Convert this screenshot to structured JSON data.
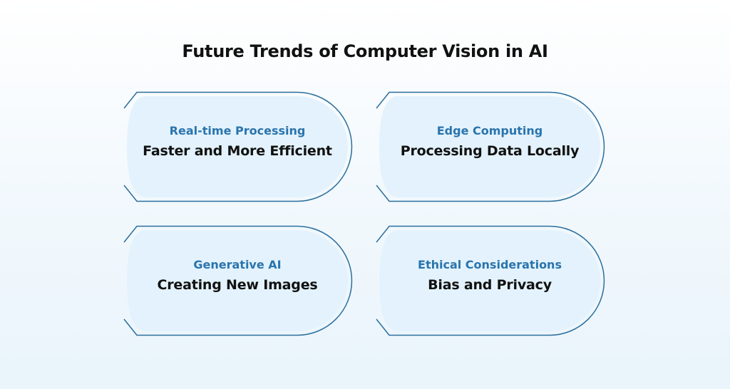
{
  "title": "Future Trends of Computer Vision in AI",
  "colors": {
    "outline": "#2b6f9e",
    "fill": "#e3f2fc",
    "subtitle": "#2a74ad"
  },
  "cards": [
    {
      "subtitle": "Real-time Processing",
      "text": "Faster and More Efficient"
    },
    {
      "subtitle": "Edge Computing",
      "text": "Processing Data Locally"
    },
    {
      "subtitle": "Generative AI",
      "text": "Creating New Images"
    },
    {
      "subtitle": "Ethical Considerations",
      "text": "Bias and Privacy"
    }
  ]
}
